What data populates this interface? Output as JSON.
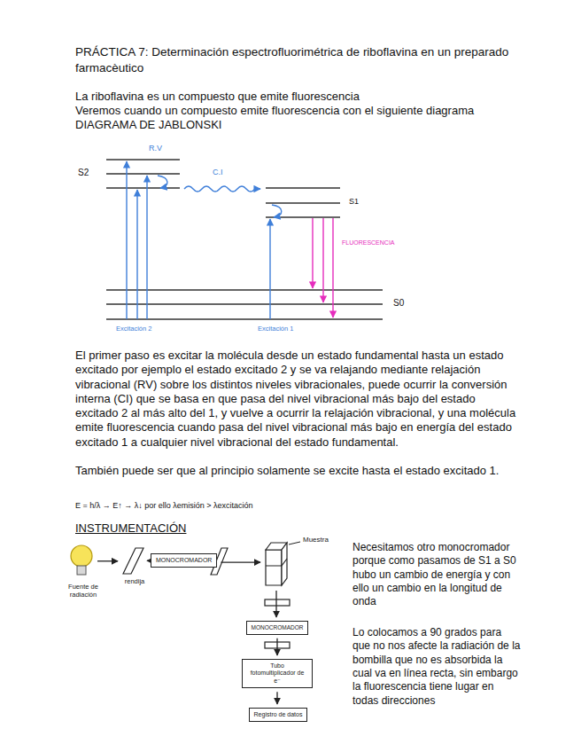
{
  "diagram": {
    "title": "PRÁCTICA 7: Determinación espectrofluorimétrica de riboflavina en un preparado farmacèutico",
    "nodes": [
      {
        "text": [
          "Fuente de radiación"
        ]
      },
      {
        "text": [
          "rendija"
        ]
      },
      {
        "text": [
          "MONOCROMADOR"
        ]
      },
      {
        "text": [
          "Muestra"
        ]
      },
      {
        "text": [
          "MONOCROMADOR"
        ]
      },
      {
        "text": [
          "Tubo fotomultiplicador de e⁻"
        ]
      },
      {
        "text": [
          "Registro de datos"
        ]
      }
    ],
    "edges": [
      {
        "from": 0,
        "to": 1,
        "arrow": "to"
      },
      {
        "from": 1,
        "to": 2,
        "arrow": "to"
      },
      {
        "from": 2,
        "to": 3,
        "arrow": "to"
      },
      {
        "from": 3,
        "to": 4,
        "arrow": "to"
      },
      {
        "from": 4,
        "to": 5,
        "arrow": "to"
      },
      {
        "from": 5,
        "to": 6,
        "arrow": "to"
      }
    ],
    "labels": [
      "La riboflavina es un compuesto que emite fluorescencia",
      "Veremos cuando un compuesto emite fluorescencia con el siguiente diagrama",
      "DIAGRAMA DE JABLONSKI",
      "S2",
      "R.V",
      "C.I",
      "S1",
      "FLUORESCENCIA",
      "S0",
      "Excitación 2",
      "Excitación 1",
      "El primer paso es excitar la molécula desde un estado fundamental hasta un estado excitado por ejemplo el estado excitado 2 y se va relajando mediante relajación vibracional (RV) sobre los distintos niveles vibracionales, puede ocurrir la conversión interna (CI) que se basa en que pasa del nivel vibracional más bajo del estado excitado 2 al más alto del 1, y vuelve a ocurrir la relajación vibracional, y una molécula emite fluorescencia cuando pasa del nivel vibracional más bajo en energía del estado excitado 1 a cualquier nivel vibracional del estado fundamental.",
      "También puede ser que al principio solamente se excite hasta el estado excitado 1.",
      "E = h/λ → E↑ → λ↓ por ello λemisión > λexcitación",
      "INSTRUMENTACIÓN",
      "Necesitamos otro monocromador porque como pasamos de S1 a S0 hubo un cambio de energía y con ello un cambio en la longitud de onda",
      "Lo colocamos a 90 grados para que no nos afecte la radiación de la bombilla que no es absorbida la cual va en línea recta, sin embargo la fluorescencia tiene lugar en todas direcciones"
    ]
  }
}
